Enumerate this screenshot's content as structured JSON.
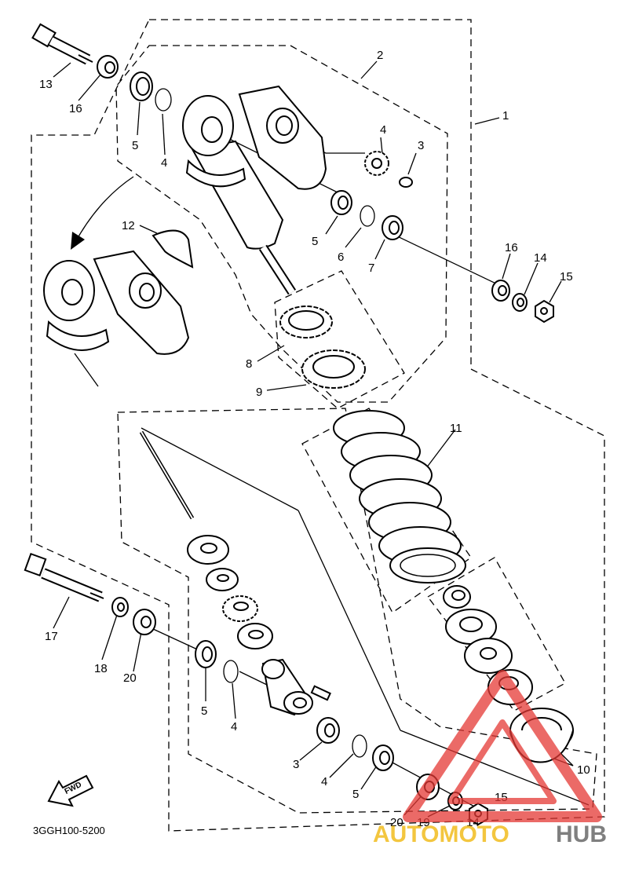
{
  "diagram": {
    "doc_code": "3GGH100-5200",
    "fwd_label": "FWD",
    "watermark": {
      "part1": "AUTOMOTO",
      "part2": "HUB",
      "color1": "#f0b400",
      "color2": "#555555",
      "triangle_color": "#e53935"
    },
    "callouts": [
      {
        "id": "c1",
        "text": "1"
      },
      {
        "id": "c2",
        "text": "2"
      },
      {
        "id": "c3a",
        "text": "3"
      },
      {
        "id": "c4a",
        "text": "4"
      },
      {
        "id": "c13",
        "text": "13"
      },
      {
        "id": "c16a",
        "text": "16"
      },
      {
        "id": "c5a",
        "text": "5"
      },
      {
        "id": "c4b",
        "text": "4"
      },
      {
        "id": "c5b",
        "text": "5"
      },
      {
        "id": "c6",
        "text": "6"
      },
      {
        "id": "c7",
        "text": "7"
      },
      {
        "id": "c12",
        "text": "12"
      },
      {
        "id": "c16b",
        "text": "16"
      },
      {
        "id": "c14",
        "text": "14"
      },
      {
        "id": "c15a",
        "text": "15"
      },
      {
        "id": "c8",
        "text": "8"
      },
      {
        "id": "c9",
        "text": "9"
      },
      {
        "id": "c11",
        "text": "11"
      },
      {
        "id": "c17",
        "text": "17"
      },
      {
        "id": "c18",
        "text": "18"
      },
      {
        "id": "c20a",
        "text": "20"
      },
      {
        "id": "c5c",
        "text": "5"
      },
      {
        "id": "c4c",
        "text": "4"
      },
      {
        "id": "c3b",
        "text": "3"
      },
      {
        "id": "c4d",
        "text": "4"
      },
      {
        "id": "c5d",
        "text": "5"
      },
      {
        "id": "c20b",
        "text": "20"
      },
      {
        "id": "c19",
        "text": "19"
      },
      {
        "id": "c14b",
        "text": "14"
      },
      {
        "id": "c15b",
        "text": "15"
      },
      {
        "id": "c10",
        "text": "10"
      }
    ]
  }
}
